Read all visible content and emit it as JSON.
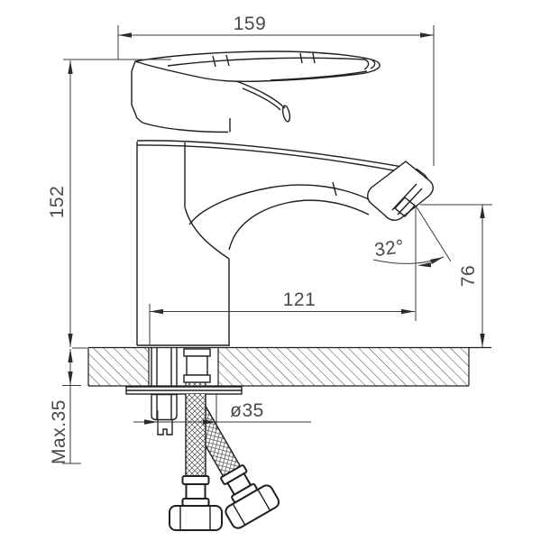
{
  "drawing": {
    "dimensions": {
      "overall_width": "159",
      "overall_height": "152",
      "spout_reach": "121",
      "outlet_height": "76",
      "outlet_angle": "32°",
      "hole_diameter": "ø35",
      "max_mount_thickness": "Max.35"
    },
    "colors": {
      "line": "#1f1f1f",
      "dimension_line": "#3a3a3a",
      "label_text": "#4a4a4a",
      "background": "#ffffff"
    }
  }
}
